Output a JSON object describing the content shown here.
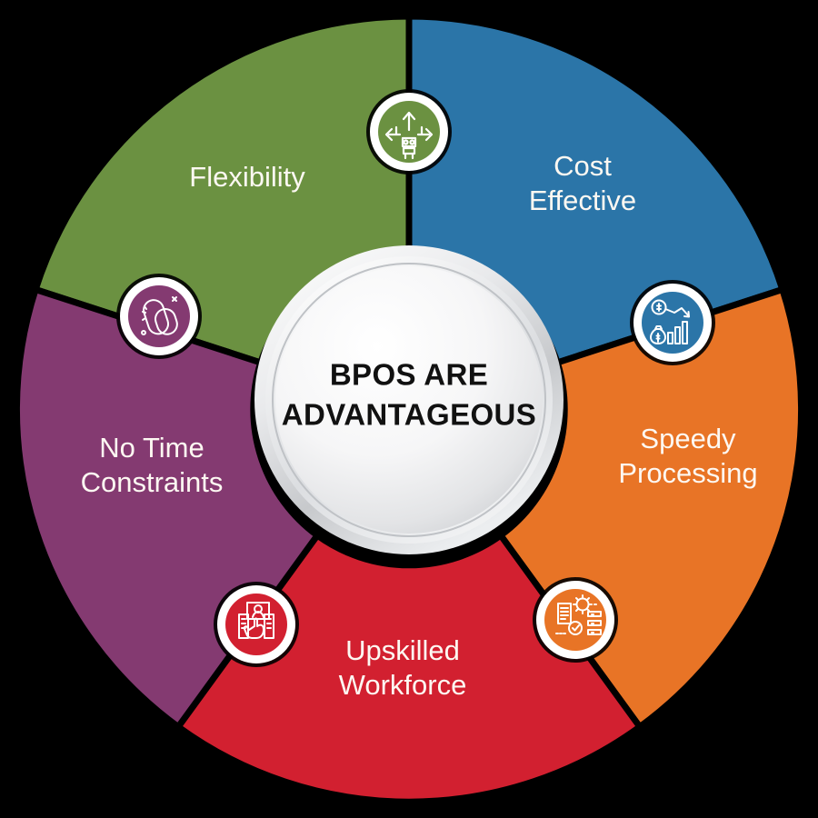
{
  "diagram": {
    "type": "circular-segmented-infographic",
    "background_color": "#000000",
    "center": {
      "title_line1": "BPOS ARE",
      "title_line2": "ADVANTAGEOUS",
      "text_color": "#111111",
      "disc_color": "#f2f2f2",
      "ring_color": "#c9cbcd"
    },
    "segments": [
      {
        "id": "flexibility",
        "label_line1": "Flexibility",
        "label_line2": "",
        "color": "#6b9141",
        "icon_name": "person-three-arrows-icon",
        "icon_badge_ring": "#ffffff",
        "label_color": "#fdf8f2",
        "start_angle": -90,
        "end_angle": -198
      },
      {
        "id": "cost-effective",
        "label_line1": "Cost",
        "label_line2": "Effective",
        "color": "#2b75a8",
        "icon_name": "cost-reduction-chart-icon",
        "icon_badge_ring": "#ffffff",
        "label_color": "#fdf8f2",
        "start_angle": -90,
        "end_angle": -18
      },
      {
        "id": "speedy-processing",
        "label_line1": "Speedy",
        "label_line2": "Processing",
        "color": "#e87426",
        "icon_name": "process-automation-gear-icon",
        "icon_badge_ring": "#ffffff",
        "label_color": "#fdf8f2",
        "start_angle": -18,
        "end_angle": 54
      },
      {
        "id": "upskilled-workforce",
        "label_line1": "Upskilled",
        "label_line2": "Workforce",
        "color": "#d22030",
        "icon_name": "training-hand-screen-icon",
        "icon_badge_ring": "#ffffff",
        "label_color": "#fdf8f2",
        "start_angle": 54,
        "end_angle": 126
      },
      {
        "id": "no-time-constraints",
        "label_line1": "No Time",
        "label_line2": "Constraints",
        "color": "#843a71",
        "icon_name": "infinity-always-on-icon",
        "icon_badge_ring": "#ffffff",
        "label_color": "#fdf8f2",
        "start_angle": 126,
        "end_angle": 198
      }
    ]
  }
}
